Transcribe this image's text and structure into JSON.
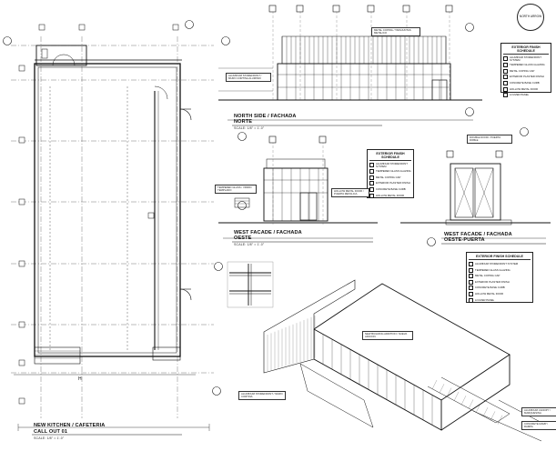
{
  "sheet": {
    "plan_title": "NEW KITCHEN / CAFETERIA",
    "plan_subtitle": "CALL OUT 01",
    "elev_north_title": "NORTH SIDE / FACHADA",
    "elev_north_subtitle": "NORTE",
    "elev_west_title": "WEST FACADE / FACHADA",
    "elev_west_subtitle": "OESTE",
    "elev_west_door_title": "WEST FACADE / FACHADA",
    "elev_west_door_subtitle": "OESTE-PUERTA",
    "scale_note": "SCALE: 1/8\" = 1'-0\"",
    "north_arrow_text": "NORTH ARROW"
  },
  "legends": [
    {
      "title": "EXTERIOR FINISH SCHEDULE",
      "rows": [
        "ALUMINUM STOREFRONT SYSTEM",
        "TEMPERED GLASS GLAZING",
        "METAL COPING CAP",
        "EXTERIOR PLASTER FINISH",
        "CONCRETE BASE CURB",
        "HOLLOW METAL DOOR",
        "LOUVER PANEL"
      ]
    },
    {
      "title": "EXTERIOR FINISH SCHEDULE",
      "rows": [
        "ALUMINUM STOREFRONT SYSTEM",
        "TEMPERED GLASS GLAZING",
        "METAL COPING CAP",
        "EXTERIOR PLASTER FINISH",
        "CONCRETE BASE CURB",
        "HOLLOW METAL DOOR"
      ]
    },
    {
      "title": "EXTERIOR FINISH SCHEDULE",
      "rows": [
        "ALUMINUM STOREFRONT SYSTEM",
        "TEMPERED GLASS GLAZING",
        "METAL COPING CAP",
        "EXTERIOR PLASTER FINISH",
        "CONCRETE BASE CURB",
        "HOLLOW METAL DOOR",
        "LOUVER PANEL"
      ]
    }
  ],
  "callouts": {
    "north_left": "ALUMINUM STOREFRONT / MURO CORTINA ALUMINIO",
    "north_top": "METAL COPING / TAPAJUNTAS METALICO",
    "west_left": "TEMPERED GLASS / VIDRIO TEMPLADO",
    "west_right": "HOLLOW METAL DOOR / PUERTA METALICA",
    "door_top": "DOUBLE DOOR / PUERTA DOBLE",
    "iso_left": "ALUMINUM STOREFRONT / MURO CORTINA",
    "iso_top": "NEW BUILDING ADDITION / NUEVA ADICION",
    "iso_right_1": "ALUMINUM CANOPY / MARQUESINA",
    "iso_right_2": "CONCRETE RAMP / RAMPA"
  }
}
